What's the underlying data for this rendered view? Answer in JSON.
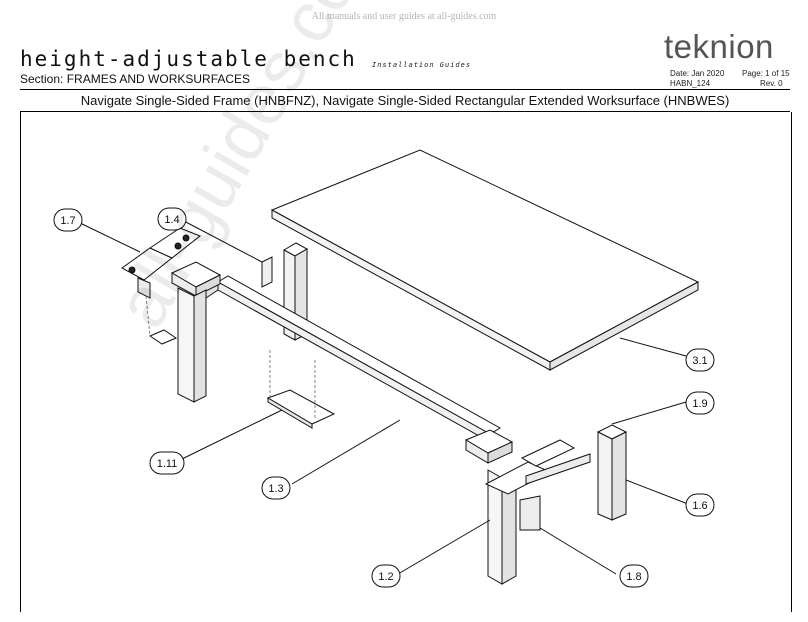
{
  "watermark": {
    "top": "All manuals and user guides at all-guides.com",
    "diagonal": "all-guides.com"
  },
  "header": {
    "title": "height-adjustable bench",
    "subtitle": "Installation Guides",
    "section": "Section: FRAMES AND WORKSURFACES",
    "logo": "teknion",
    "date": "Date: Jan 2020",
    "page": "Page: 1 of 15",
    "doc_id": "HABN_124",
    "rev": "Rev. 0"
  },
  "banner": "Navigate Single-Sided Frame (HNBFNZ), Navigate Single-Sided Rectangular Extended Worksurface (HNBWES)",
  "callouts": {
    "c17": "1.7",
    "c14": "1.4",
    "c31": "3.1",
    "c19": "1.9",
    "c111": "1.11",
    "c13": "1.3",
    "c16": "1.6",
    "c12": "1.2",
    "c18": "1.8"
  }
}
